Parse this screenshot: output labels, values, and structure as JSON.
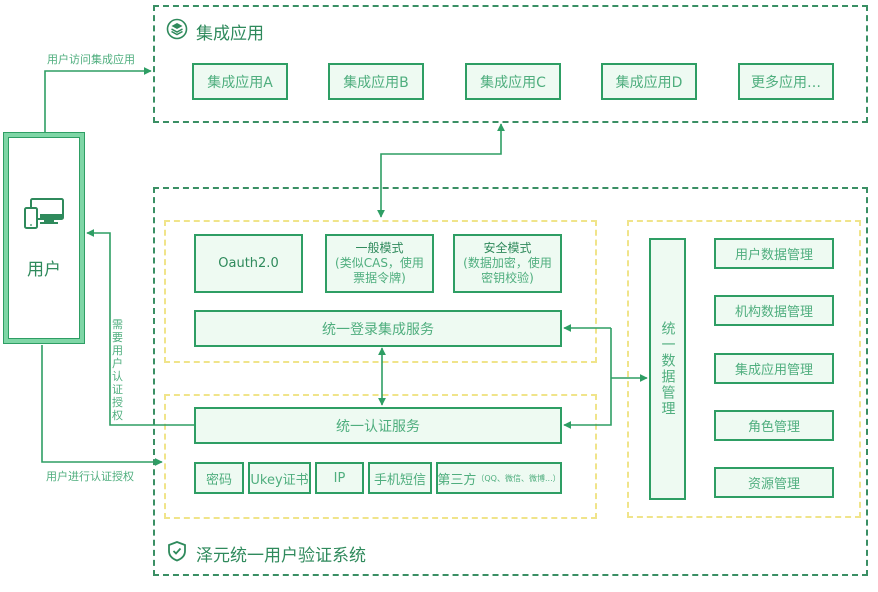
{
  "integrated_apps": {
    "title": "集成应用",
    "title_icon": "layers-icon",
    "apps": [
      "集成应用A",
      "集成应用B",
      "集成应用C",
      "集成应用D",
      "更多应用…"
    ]
  },
  "user": {
    "label": "用户",
    "icon": "devices-icon"
  },
  "flows": {
    "access_apps": "用户访问集成应用",
    "need_auth": "需要用户认证授权",
    "perform_auth": "用户进行认证授权"
  },
  "auth_system": {
    "title": "泽元统一用户验证系统",
    "title_icon": "shield-check-icon",
    "sso": {
      "modes": [
        {
          "title": "Oauth2.0",
          "desc": ""
        },
        {
          "title": "一般模式",
          "desc": "(类似CAS，使用票据令牌)"
        },
        {
          "title": "安全模式",
          "desc": "(数据加密，使用密钥校验)"
        }
      ],
      "service": "统一登录集成服务"
    },
    "auth": {
      "service": "统一认证服务",
      "methods": [
        "密码",
        "Ukey证书",
        "IP",
        "手机短信",
        "第三方"
      ],
      "third_party_note": "（QQ、微信、微博...）"
    },
    "data_mgmt": {
      "title": "统一数据管理",
      "items": [
        "用户数据管理",
        "机构数据管理",
        "集成应用管理",
        "角色管理",
        "资源管理"
      ]
    }
  },
  "colors": {
    "primary_green": "#2e9e64",
    "text_green": "#4fae7e",
    "box_fill": "#eefaf2",
    "yellow_dash": "#f0e48a"
  }
}
